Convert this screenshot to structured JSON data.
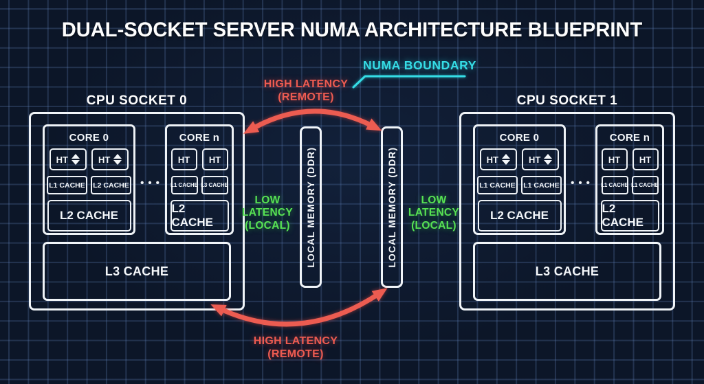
{
  "title": "DUAL-SOCKET SERVER NUMA ARCHITECTURE BLUEPRINT",
  "numa_boundary": {
    "label": "NUMA BOUNDARY"
  },
  "latency_labels": {
    "high_top": [
      "HIGH LATENCY",
      "(REMOTE)"
    ],
    "high_bottom": [
      "HIGH LATENCY",
      "(REMOTE)"
    ],
    "low_left": [
      "LOW",
      "LATENCY",
      "(LOCAL)"
    ],
    "low_right": [
      "LOW",
      "LATENCY",
      "(LOCAL)"
    ]
  },
  "memory_modules": {
    "left": "LOCAL MEMORY (DDR)",
    "right": "LOCAL MEMORY (DDR)"
  },
  "sockets": [
    {
      "label": "CPU SOCKET 0",
      "dots": "•••",
      "l3": "L3 CACHE",
      "cores": [
        {
          "label": "CORE 0",
          "ht": [
            "HT",
            "HT"
          ],
          "caches": [
            "L1 CACHE",
            "L2 CACHE"
          ],
          "l2": "L2 CACHE"
        },
        {
          "label": "CORE n",
          "ht": [
            "HT",
            "HT"
          ],
          "caches": [
            "L1 CACHE",
            "L3 CACHE"
          ],
          "l2": "L2 CACHE"
        }
      ]
    },
    {
      "label": "CPU SOCKET 1",
      "dots": "•••",
      "l3": "L3 CACHE",
      "cores": [
        {
          "label": "CORE 0",
          "ht": [
            "HT",
            "HT"
          ],
          "caches": [
            "L1 CACHE",
            "L1 CACHE"
          ],
          "l2": "L2 CACHE"
        },
        {
          "label": "CORE n",
          "ht": [
            "HT",
            "HT"
          ],
          "caches": [
            "L1 CACHE",
            "L1 CACHE"
          ],
          "l2": "L2 CACHE"
        }
      ]
    }
  ],
  "icons": {
    "ht_thread_icon": "up-down-arrow",
    "high_latency_arrows": "curved-double-arrow",
    "low_latency_arrows": "horizontal-double-arrow"
  },
  "colors": {
    "background": "#0c1628",
    "grid": "#32466b",
    "box_white": "#f0f4f8",
    "cyan": "#35dde6",
    "red": "#ec5b51",
    "green": "#57e253"
  }
}
